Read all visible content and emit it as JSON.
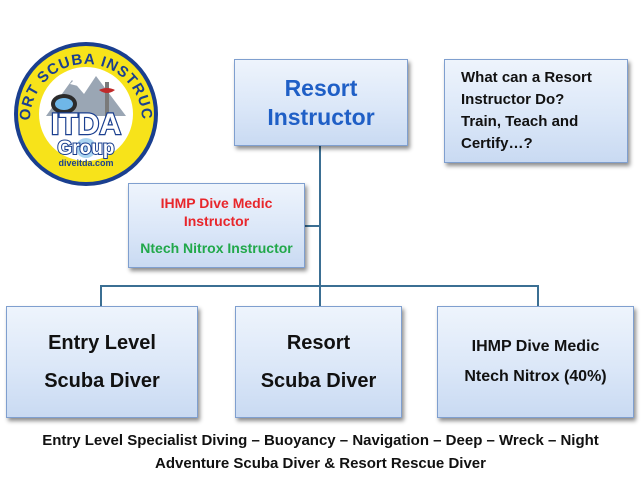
{
  "logo": {
    "ring_text": "RESORT SCUBA INSTRUCTOR",
    "brand_main": "ITDA",
    "brand_sub": "Group",
    "website": "diveitda.com"
  },
  "top_box": {
    "line1": "Resort",
    "line2": "Instructor"
  },
  "question_box": {
    "line1": "What can a Resort",
    "line2": "Instructor Do?",
    "line3": "Train, Teach and",
    "line4": "Certify…?"
  },
  "side_box": {
    "line1": "IHMP Dive Medic",
    "line2": "Instructor",
    "line3": "Ntech Nitrox Instructor"
  },
  "bottom_boxes": [
    {
      "line1": "Entry Level",
      "line2": "Scuba Diver"
    },
    {
      "line1": "Resort",
      "line2": "Scuba Diver"
    },
    {
      "line1": "IHMP Dive Medic",
      "line2": "Ntech Nitrox (40%)"
    }
  ],
  "footer": {
    "line1": "Entry Level Specialist Diving – Buoyancy – Navigation – Deep – Wreck – Night",
    "line2": "Adventure Scuba Diver & Resort Rescue Diver"
  },
  "colors": {
    "red_text": "#e8262b",
    "green_text": "#21a84a",
    "blue_text": "#1f5fc6",
    "connector": "#3b6f93"
  }
}
